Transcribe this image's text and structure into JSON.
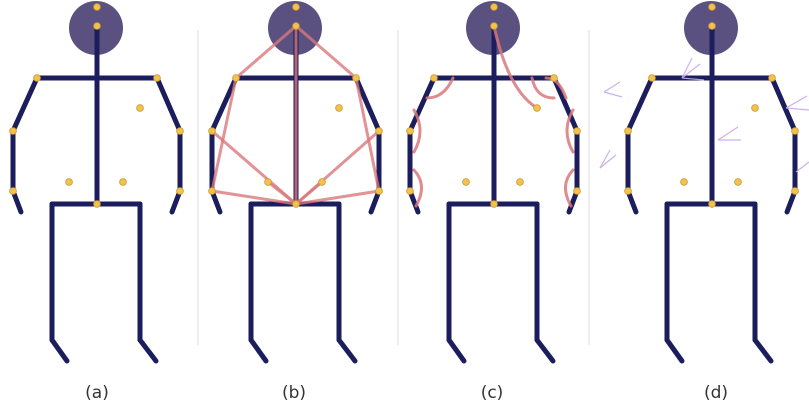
{
  "panels": [
    {
      "id": "a",
      "caption": "(a)",
      "overlay": "none"
    },
    {
      "id": "b",
      "caption": "(b)",
      "overlay": "straight-connections"
    },
    {
      "id": "c",
      "caption": "(c)",
      "overlay": "curved-connections"
    },
    {
      "id": "d",
      "caption": "(d)",
      "overlay": "local-axes"
    }
  ],
  "colors": {
    "bone": "#1b1d5c",
    "head": "#5a5180",
    "joint": "#f2c14e",
    "joint_stroke": "#c8982c",
    "connection": "#d9787c",
    "axis": "#c6a8ee",
    "separator": "#dddddd",
    "caption": "#333333"
  }
}
